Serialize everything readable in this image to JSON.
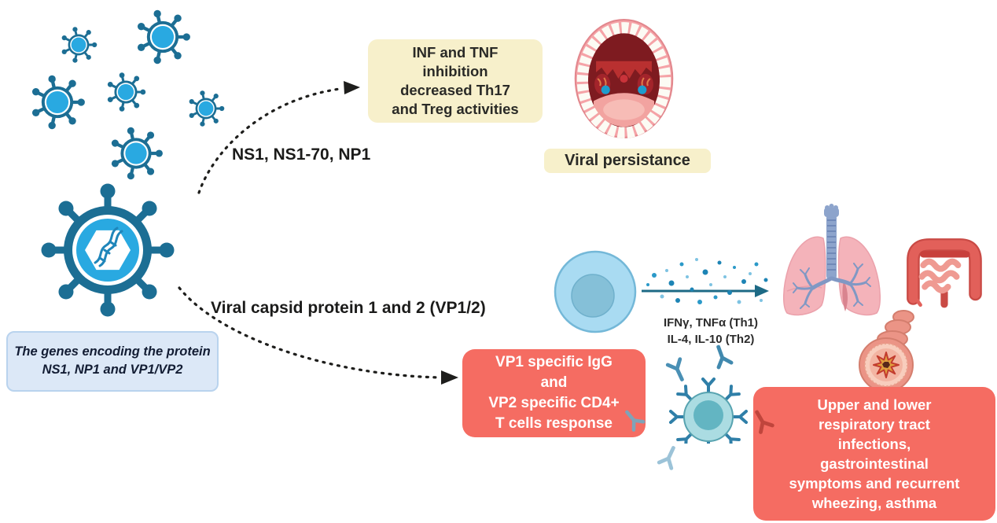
{
  "figure": {
    "boxes": {
      "genes_note": "The genes encoding the protein\nNS1, NP1 and VP1/VP2",
      "inf_tnf_effect": "INF and TNF\ninhibition\ndecreased Th17\nand Treg activities",
      "viral_persistence": "Viral persistance",
      "vp_response": "VP1 specific IgG\nand\nVP2 specific CD4+\nT cells response",
      "clinical_outcomes": "Upper and lower\nrespiratory tract\ninfections,\ngastrointestinal\nsymptoms and recurrent\nwheezing, asthma"
    },
    "labels": {
      "ns1_pathway": "NS1, NS1-70, NP1",
      "vp_pathway": "Viral capsid protein 1 and 2  (VP1/2)",
      "cytokines": "IFNγ, TNFα (Th1)\nIL-4, IL-10 (Th2)"
    },
    "icons": [
      "virus-icon",
      "large-virus-icon",
      "mouth-tonsils-icon",
      "t-helper-cell-icon",
      "cytokine-dots-icon",
      "lungs-icon",
      "intestine-icon",
      "bronchiole-icon",
      "b-cell-icon",
      "antibody-icon",
      "dashed-arrow",
      "cytokine-arrow"
    ],
    "colors": {
      "virus_dark": "#1c6e94",
      "virus_light": "#29a9e1",
      "note_yellow_bg": "#f7f0cb",
      "note_red_bg": "#f56c62",
      "note_blue_bg": "#dce8f7",
      "note_blue_border": "#b9d3ee",
      "dashed_arrow": "#1e1e1c",
      "cytokine_arrow_teal": "#1d6a85",
      "lung_pink": "#f4b3ba",
      "intestine_red": "#e2605a",
      "antibody_blue": "#2f7fa8"
    }
  }
}
